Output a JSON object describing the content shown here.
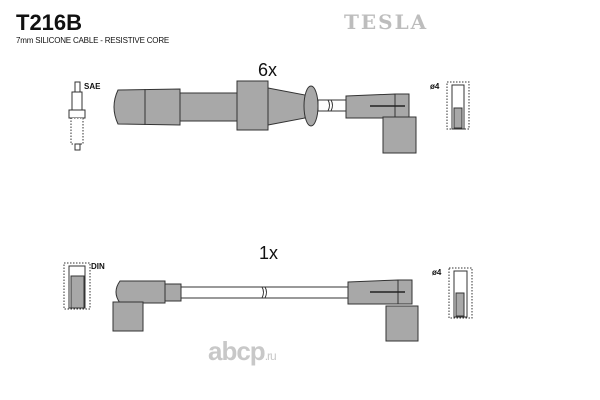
{
  "header": {
    "part_code": "T216B",
    "subtitle": "7mm SILICONE CABLE - RESISTIVE CORE",
    "brand": "TESLA"
  },
  "top_cable": {
    "quantity": "6x",
    "plug_label": "SAE",
    "terminal_label": "ø4"
  },
  "bottom_cable": {
    "quantity": "1x",
    "plug_label": "DIN",
    "terminal_label": "ø4"
  },
  "watermark": {
    "main": "abcp",
    "suffix": ".ru"
  }
}
